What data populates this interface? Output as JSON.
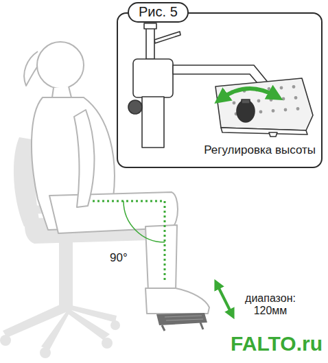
{
  "diagram": {
    "nodes": [
      {
        "text": [
          "Регулировка высоты"
        ]
      },
      {
        "text": [
          "Рис. 5"
        ],
        "in": 0
      }
    ],
    "labels": [
      "90°",
      "диапазон: 120мм",
      "FALTO.ru"
    ]
  }
}
